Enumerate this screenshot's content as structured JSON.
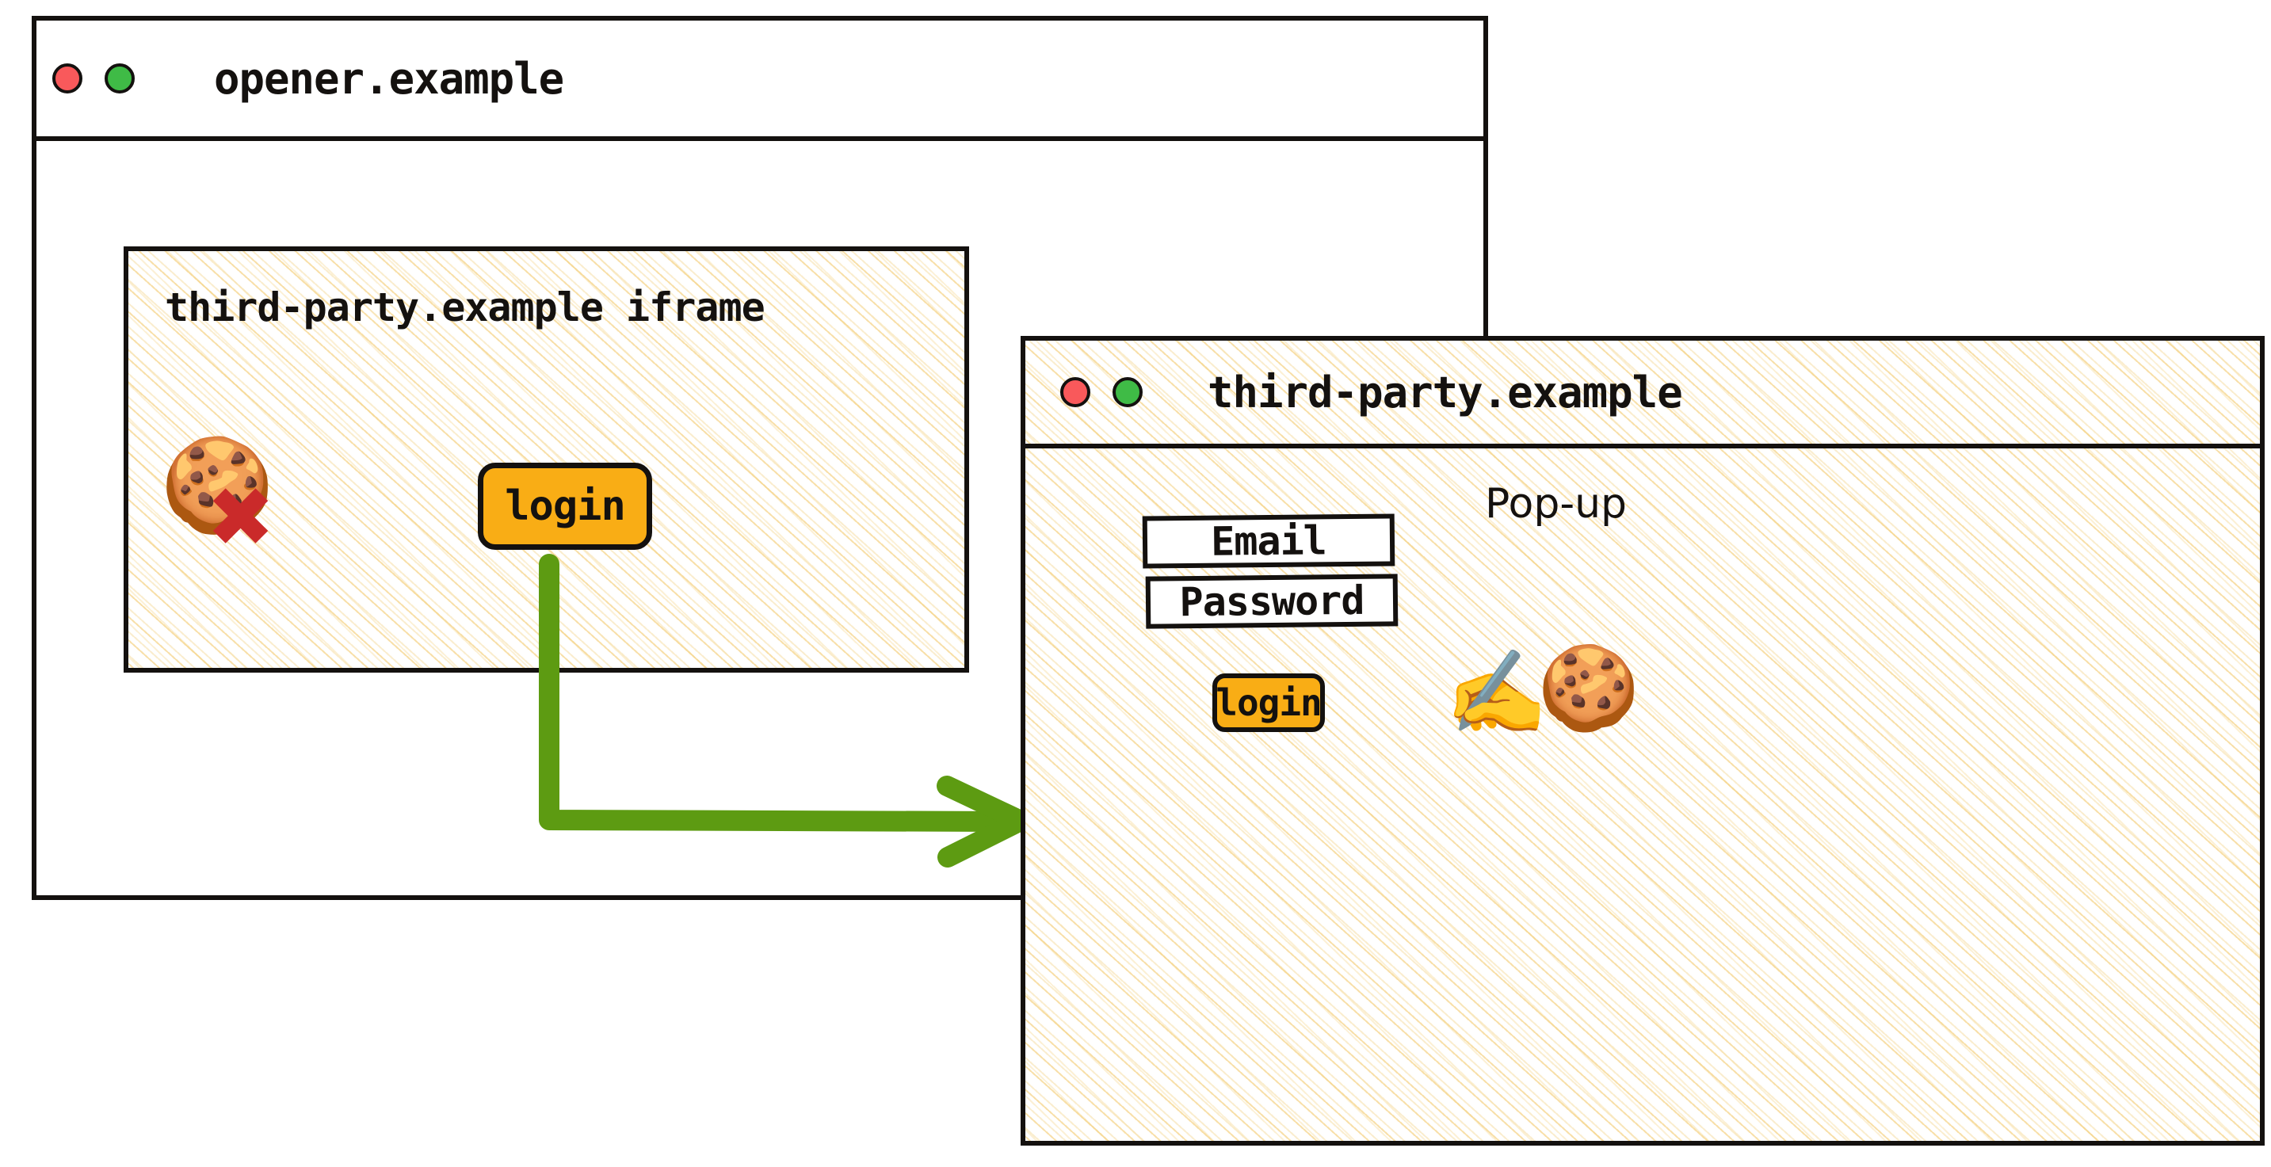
{
  "colors": {
    "ink": "#14110f",
    "accent_orange": "#f9ad15",
    "arrow_green": "#5d9b12",
    "cross_red": "#ca2a2a",
    "dot_red": "#f9595b",
    "dot_green": "#3fbb46",
    "hatch_tan": "#f3cc74",
    "window_white": "#ffffff"
  },
  "opener_window": {
    "title": "opener.example",
    "traffic_lights": [
      {
        "name": "close",
        "color": "#f9595b"
      },
      {
        "name": "maximize",
        "color": "#3fbb46"
      }
    ],
    "iframe": {
      "label": "third-party.example iframe",
      "cookie_icon": "🍪",
      "cross_icon": "✖",
      "cookie_state": "blocked",
      "login_button_label": "login"
    }
  },
  "flow": {
    "arrow_label": "",
    "from": "iframe-login-button",
    "to": "popup-window",
    "color": "#5d9b12"
  },
  "popup_window": {
    "title": "third-party.example",
    "annotation": "Pop-up",
    "traffic_lights": [
      {
        "name": "close",
        "color": "#f9595b"
      },
      {
        "name": "maximize",
        "color": "#3fbb46"
      }
    ],
    "form": {
      "fields": [
        {
          "name": "email",
          "value": "Email"
        },
        {
          "name": "password",
          "value": "Password"
        }
      ],
      "submit_label": "login"
    },
    "cookie_icon": "🍪",
    "writing_hand_icon": "✍️",
    "cookie_state": "allowed"
  }
}
